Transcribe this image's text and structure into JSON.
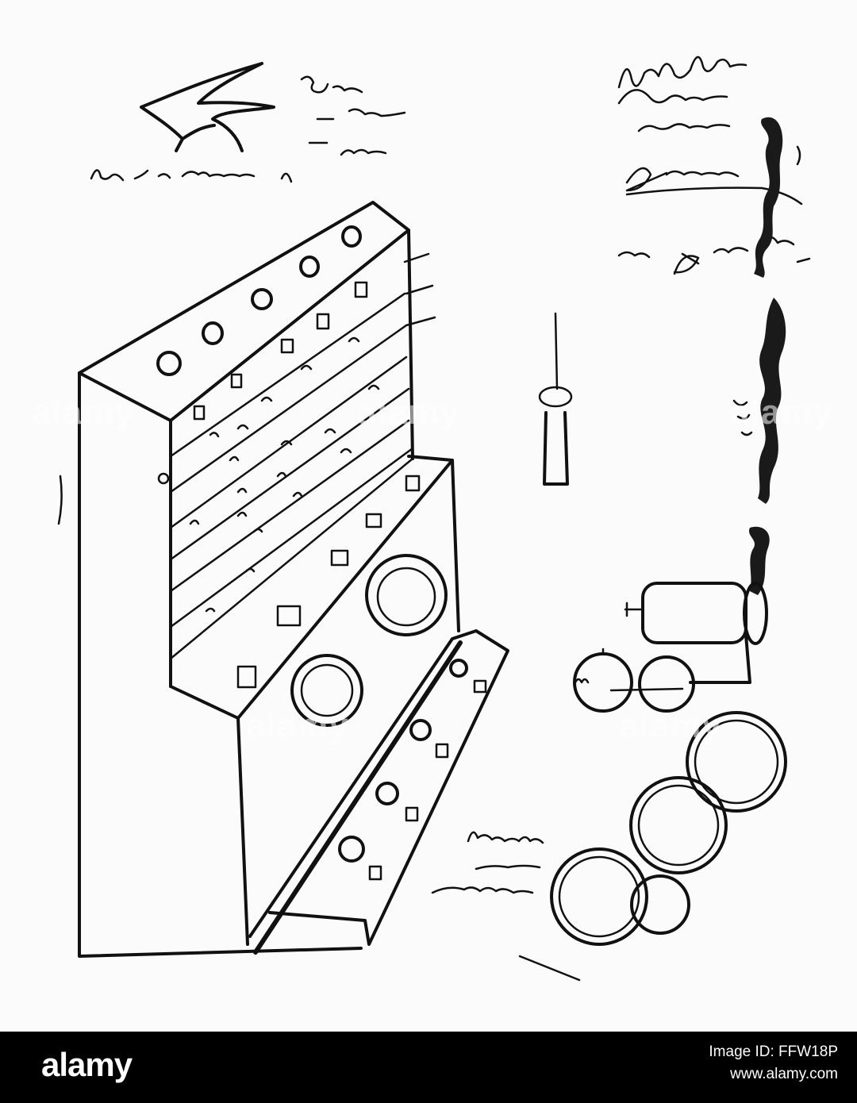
{
  "image": {
    "subject": "Ink sketch of a calculating machine with cylinders, dials and gear wheels, with handwritten notes",
    "ink_color": "#111111",
    "paper_color": "#fbfbfb"
  },
  "watermark": {
    "text": "alamy"
  },
  "footer": {
    "logo": "alamy",
    "image_id": "Image ID: FFW18P",
    "url": "www.alamy.com",
    "background": "#000000"
  }
}
